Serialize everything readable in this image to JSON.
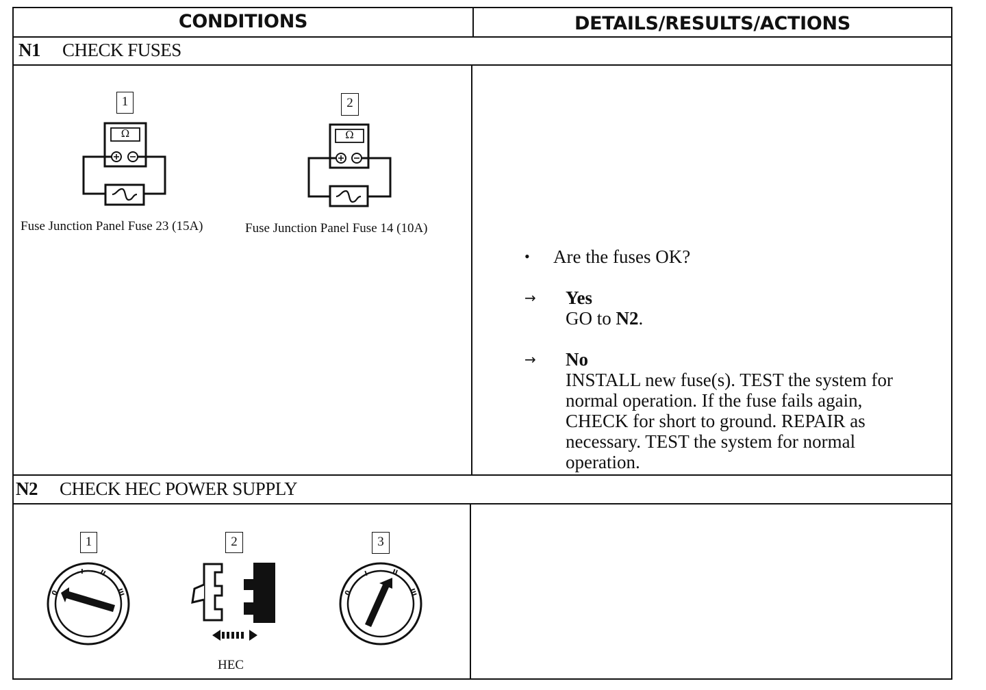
{
  "header": {
    "conditions": "CONDITIONS",
    "details": "DETAILS/RESULTS/ACTIONS"
  },
  "n1": {
    "id": "N1",
    "title": "CHECK FUSES",
    "figures": [
      {
        "num": "1",
        "symbol": "Ω",
        "caption": "Fuse Junction Panel Fuse 23 (15A)"
      },
      {
        "num": "2",
        "symbol": "Ω",
        "caption": "Fuse Junction Panel Fuse 14 (10A)"
      }
    ],
    "question": "Are the fuses OK?",
    "yes_label": "Yes",
    "yes_action_prefix": "GO to ",
    "yes_action_target": "N2",
    "yes_action_suffix": ".",
    "no_label": "No",
    "no_action_lines": [
      "INSTALL new fuse(s). TEST the system for",
      "normal operation. If the fuse fails again,",
      "CHECK for short to ground. REPAIR as",
      "necessary. TEST the system for normal",
      "operation."
    ],
    "bullet": "•",
    "arrow": "→"
  },
  "n2": {
    "id": "N2",
    "title": "CHECK HEC POWER SUPPLY",
    "figures": [
      {
        "num": "1",
        "marks": [
          "0",
          "I",
          "II",
          "III"
        ]
      },
      {
        "num": "2",
        "caption": "HEC"
      },
      {
        "num": "3",
        "marks": [
          "0",
          "I",
          "II",
          "III"
        ]
      }
    ]
  }
}
